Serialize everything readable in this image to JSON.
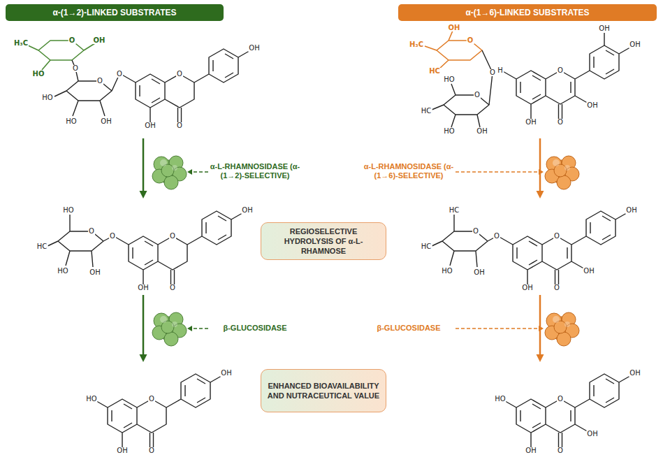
{
  "diagram": {
    "nodes": [
      {
        "text": [
          "α-(1→2)-LINKED SUBSTRATES"
        ]
      },
      {
        "text": [
          "α-(1→6)-LINKED SUBSTRATES"
        ]
      },
      {
        "text": [
          "H₃C",
          "O",
          "OH",
          "HO",
          "O",
          "O",
          "O",
          "HO",
          "HO",
          "OH",
          "O",
          "OH",
          "OH",
          "O"
        ]
      },
      {
        "text": [
          "OH",
          "O",
          "H₃C",
          "HC",
          "O",
          "HO",
          "O",
          "HC",
          "HO",
          "OH",
          "OH",
          "OH",
          "H",
          "O",
          "OH",
          "OH",
          "O"
        ]
      },
      {
        "text": [
          "HO",
          "O",
          "HC",
          "HO",
          "OH",
          "O",
          "O",
          "OH",
          "OH",
          "O"
        ]
      },
      {
        "text": [
          "REGIOSELECTIVE HYDROLYSIS OF α-L-RHAMNOSE"
        ]
      },
      {
        "text": [
          "HC",
          "O",
          "HC",
          "HO",
          "OH",
          "O",
          "O",
          "OH",
          "OH",
          "OH",
          "O"
        ]
      },
      {
        "text": [
          "HO",
          "O",
          "OH",
          "OH",
          "O"
        ]
      },
      {
        "text": [
          "ENHANCED BIOAVAILABILITY AND NUTRACEUTICAL VALUE"
        ]
      },
      {
        "text": [
          "HO",
          "O",
          "OH",
          "OH",
          "OH",
          "O"
        ]
      }
    ],
    "edges": [
      {
        "from": 2,
        "to": 4,
        "arrow": "to"
      },
      {
        "from": 4,
        "to": 7,
        "arrow": "to"
      },
      {
        "from": 3,
        "to": 6,
        "arrow": "to"
      },
      {
        "from": 6,
        "to": 9,
        "arrow": "to"
      }
    ],
    "labels": [
      "α-L-RHAMNOSIDASE (α-(1→2)-SELECTIVE)",
      "α-L-RHAMNOSIDASE (α-(1→6)-SELECTIVE)",
      "β-GLUCOSIDASE",
      "β-GLUCOSIDASE"
    ]
  }
}
